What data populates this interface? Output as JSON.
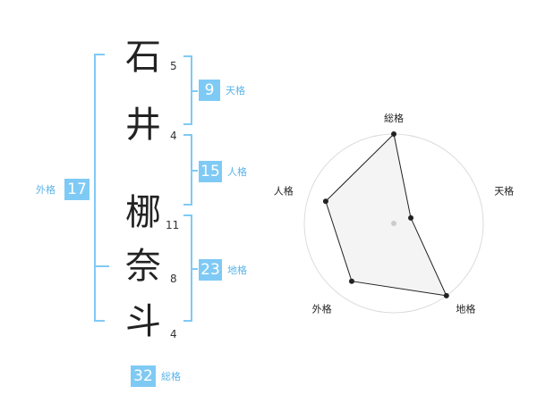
{
  "name": {
    "chars": [
      {
        "char": "石",
        "strokes": "5"
      },
      {
        "char": "井",
        "strokes": "4"
      },
      {
        "char": "梛",
        "strokes": "11"
      },
      {
        "char": "奈",
        "strokes": "8"
      },
      {
        "char": "斗",
        "strokes": "4"
      }
    ]
  },
  "fortune": {
    "tenkaku": {
      "value": "9",
      "label": "天格"
    },
    "jinkaku": {
      "value": "15",
      "label": "人格"
    },
    "chikaku": {
      "value": "23",
      "label": "地格"
    },
    "gaikaku": {
      "value": "17",
      "label": "外格"
    },
    "soukaku": {
      "value": "32",
      "label": "総格"
    }
  },
  "colors": {
    "accent": "#7fcaf5",
    "label": "#5bb4e8",
    "radar_fill": "#f2f2f2",
    "grid": "#dcdcdc"
  },
  "chart_data": {
    "type": "radar",
    "axes": [
      "総格",
      "天格",
      "地格",
      "外格",
      "人格"
    ],
    "values": [
      5,
      1,
      5,
      4,
      4
    ],
    "rmax": 5,
    "rings": 5
  }
}
